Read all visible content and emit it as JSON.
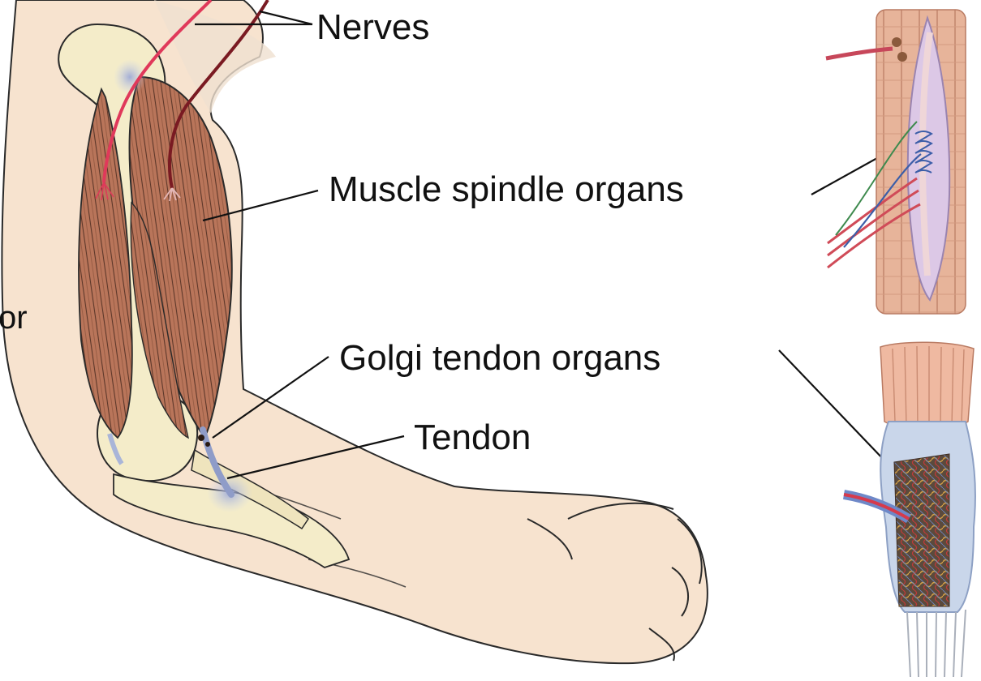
{
  "labels": {
    "nerves": "Nerves",
    "muscle_spindle": "Muscle spindle organs",
    "golgi_tendon": "Golgi tendon organs",
    "tendon": "Tendon",
    "partial_left": "or"
  },
  "colors": {
    "skin": "#f7e3cf",
    "skin_outline": "#2a2a2a",
    "bone": "#f4ecc9",
    "muscle": "#b9755a",
    "muscle_fiber_line": "#3d2218",
    "nerve_red": "#e0395a",
    "nerve_dark": "#7a1a22",
    "tendon_blue": "#a9b5d8",
    "spindle_capsule": "#c8b2d8",
    "golgi_capsule": "#c9d6ea",
    "leader_line": "#111111"
  }
}
